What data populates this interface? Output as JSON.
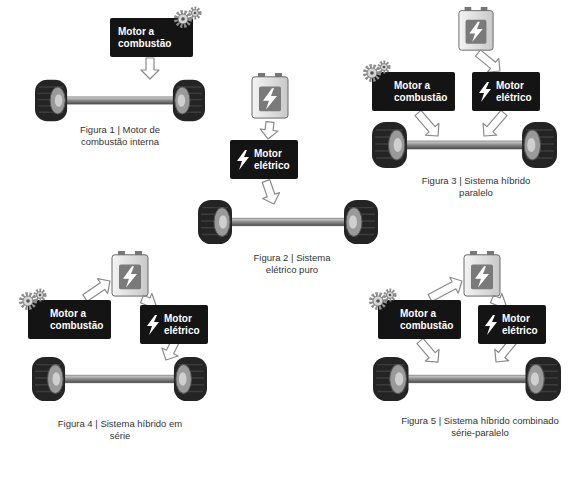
{
  "diagram": {
    "nodes": [
      {
        "text": [
          "Motor a combustão"
        ]
      },
      {
        "text": [
          "Motor a combustão"
        ]
      },
      {
        "text": [
          "Motor elétrico"
        ]
      },
      {
        "text": [
          "Motor elétrico"
        ]
      },
      {
        "text": [
          "Motor a combustão"
        ]
      },
      {
        "text": [
          "Motor elétrico"
        ]
      },
      {
        "text": [
          "Motor a combustão"
        ]
      },
      {
        "text": [
          "Motor elétrico"
        ]
      }
    ],
    "labels": [
      "Figura 1 | Motor de combustão interna",
      "Figura 2 | Sistema elétrico puro",
      "Figura 3 | Sistema híbrido paralelo",
      "Figura 4 | Sistema híbrido em série",
      "Figura 5 | Sistema híbrido combinado série-paralelo"
    ]
  }
}
